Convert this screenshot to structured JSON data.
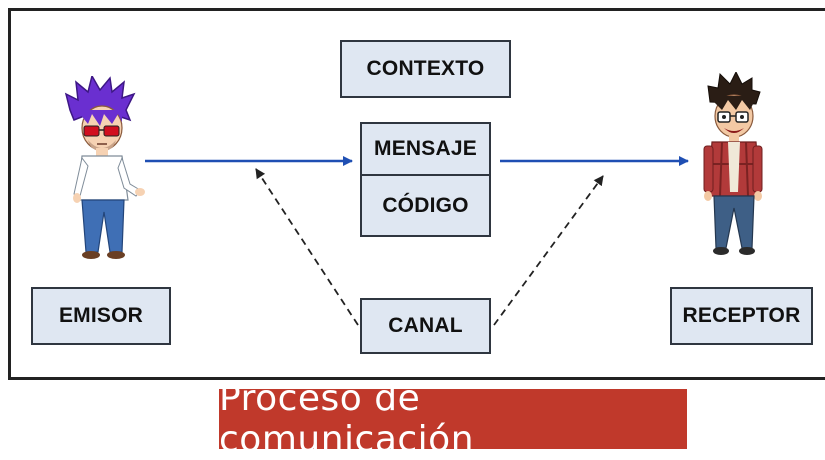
{
  "diagram": {
    "title": "Proceso de comunicación",
    "nodes": {
      "contexto": "CONTEXTO",
      "mensaje": "MENSAJE",
      "codigo": "CÓDIGO",
      "emisor": "EMISOR",
      "canal": "CANAL",
      "receptor": "RECEPTOR"
    },
    "characters": {
      "sender": "person-icon",
      "receiver": "person-icon"
    },
    "colors": {
      "box_fill": "#dfe7f2",
      "box_border": "#2f3640",
      "arrow_solid": "#1f4fb3",
      "arrow_dashed": "#222222",
      "title_background": "#c0392b",
      "title_text": "#ffffff",
      "sender_hair": "#6a2fd0",
      "sender_glasses": "#d10f1f",
      "receiver_shirt": "#b23a3a"
    }
  }
}
